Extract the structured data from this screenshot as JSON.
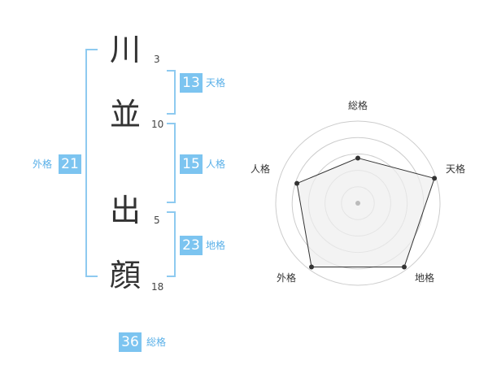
{
  "characters": [
    {
      "char": "川",
      "strokes": "3"
    },
    {
      "char": "並",
      "strokes": "10"
    },
    {
      "char": "出",
      "strokes": "5"
    },
    {
      "char": "顔",
      "strokes": "18"
    }
  ],
  "kaku": {
    "tenkaku": {
      "value": "13",
      "label": "天格"
    },
    "jinkaku": {
      "value": "15",
      "label": "人格"
    },
    "chikaku": {
      "value": "23",
      "label": "地格"
    },
    "gaikaku": {
      "value": "21",
      "label": "外格"
    },
    "soukaku": {
      "value": "36",
      "label": "総格"
    }
  },
  "chart_data": {
    "type": "radar",
    "axes": [
      "総格",
      "天格",
      "地格",
      "外格",
      "人格"
    ],
    "values": [
      0.55,
      0.98,
      0.96,
      0.96,
      0.78
    ],
    "rings": 5,
    "colors": {
      "fill": "#eeeeee",
      "line": "#333333",
      "ring": "#cccccc",
      "point": "#333333",
      "center": "#bbbbbb"
    }
  },
  "colors": {
    "accent": "#7cc4f0",
    "bracket": "#8ecaf0",
    "label": "#5ab0e8"
  }
}
